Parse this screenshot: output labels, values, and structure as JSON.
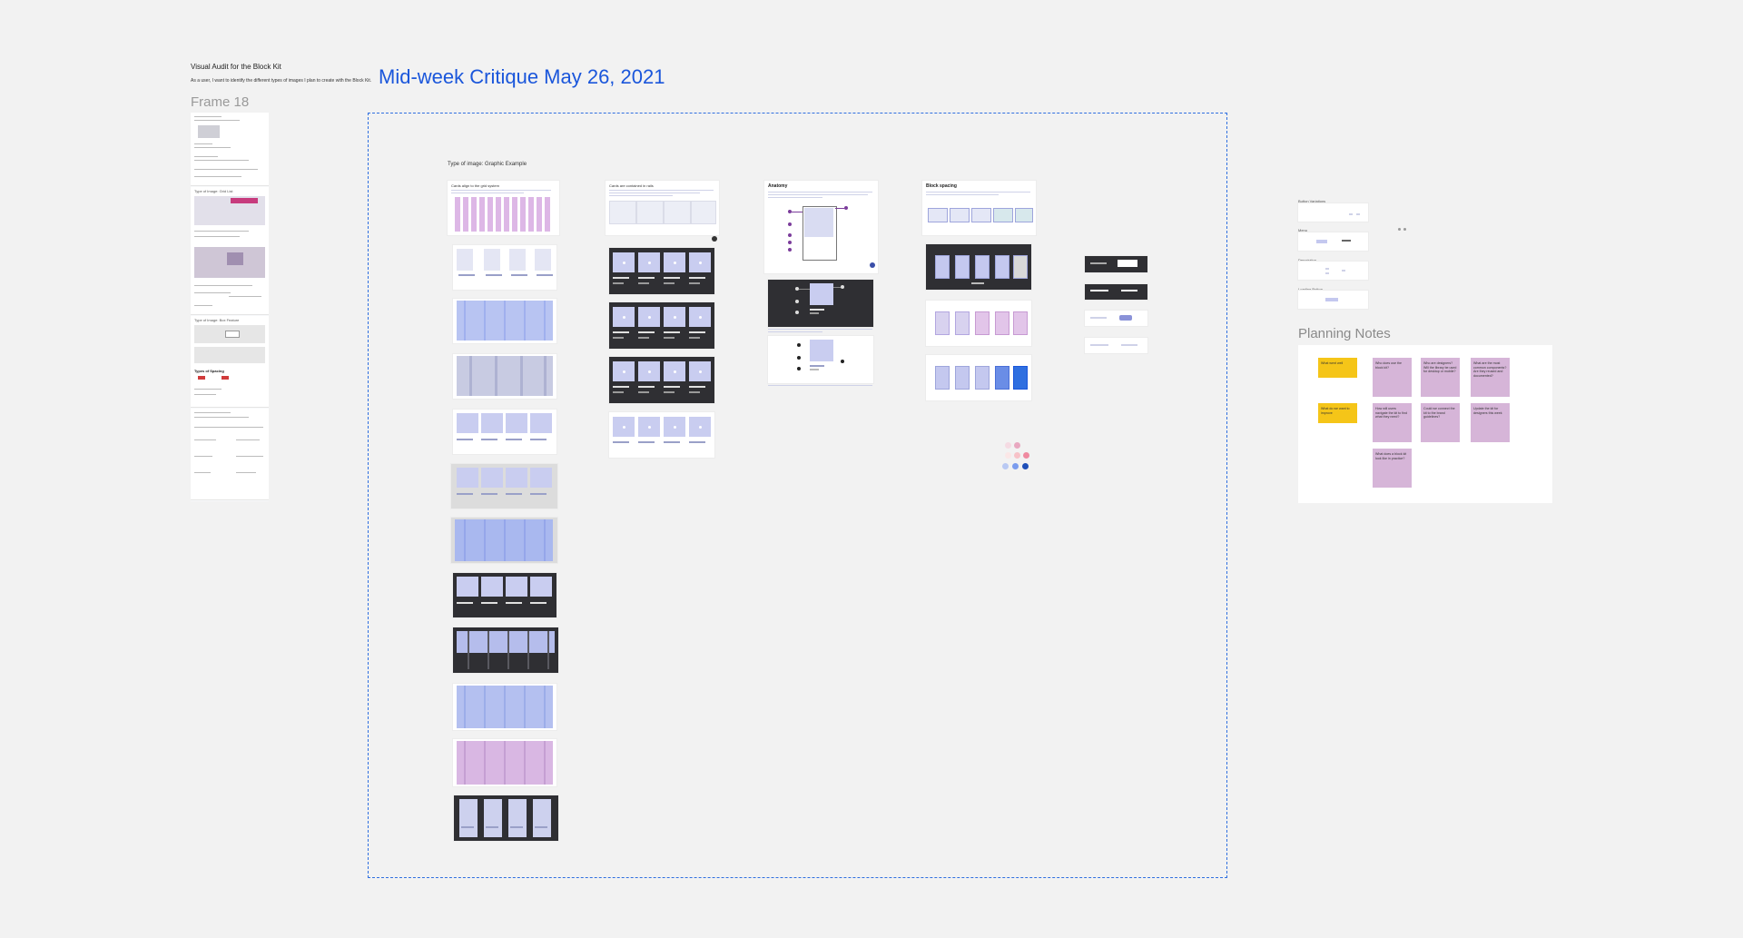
{
  "left": {
    "title": "Visual Audit for the Block Kit",
    "subtitle": "As a user, I want to identify the different types of images I plan to create with the Block Kit.",
    "frame_label": "Frame 18",
    "section_labels": [
      "Type of Image: Grid List",
      "Type of Image: Box Feature",
      "Types of Spacing"
    ]
  },
  "critique": {
    "title": "Mid-week Critique May 26, 2021",
    "type_label": "Type of image: Graphic Example",
    "column1_header": "Cards align to the grid system",
    "column2_header": "Cards are contained in rails",
    "anatomy_title": "Anatomy",
    "spacing_title": "Block spacing"
  },
  "components": {
    "labels": [
      "Button Variations",
      "Menu",
      "Description",
      "Loading Button"
    ]
  },
  "planning": {
    "title": "Planning Notes",
    "yellow_notes": [
      "What went well",
      "What do we want to improve"
    ],
    "purple_notes": [
      "Who does use the block kit?",
      "Who are designers? Will the library be used for desktop or mobile?",
      "What are the most common components? Are they reused and documented?",
      "How will users navigate the kit to find what they need?",
      "Could we connect the kit to the brand guidelines?",
      "Update the kit for designers this week",
      "What does a block kit look like in practice?"
    ]
  },
  "colors": {
    "accent": "#1a56db",
    "frame_border": "#2f6fe0",
    "tile_blue": "#c9cdf0",
    "tile_purple": "#d9b7e3",
    "sticky_yellow": "#f5c518",
    "sticky_purple": "#d6b5d8",
    "dark_card": "#2f2f33"
  }
}
